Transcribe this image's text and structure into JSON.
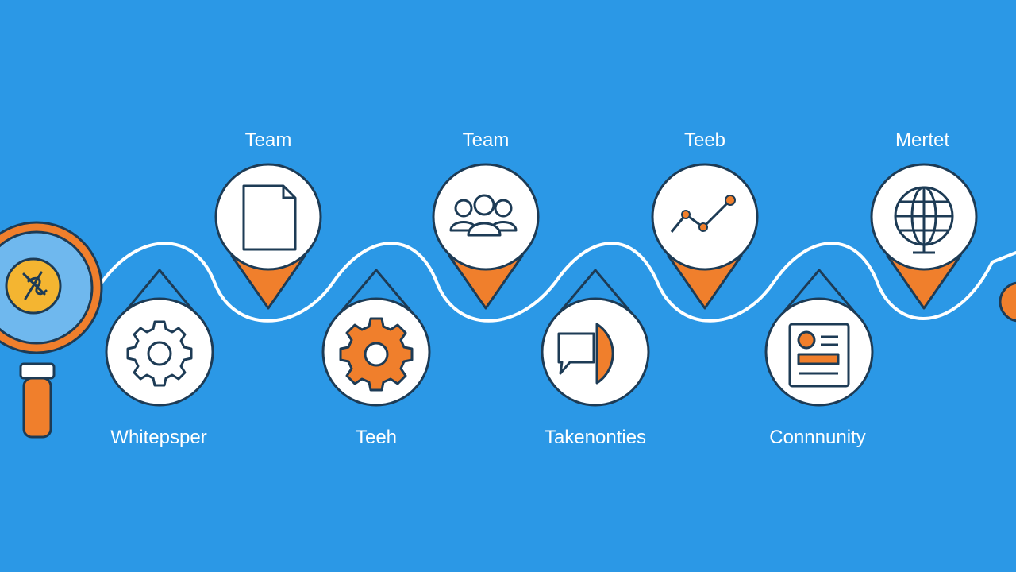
{
  "colors": {
    "background": "#2b98e6",
    "path": "#ffffff",
    "node_fill": "#ffffff",
    "node_stroke": "#1d3b55",
    "accent": "#f07f2c",
    "accent_light": "#f5a04d",
    "lens": "#6fb8ee",
    "coin": "#f4b531"
  },
  "top_items": [
    {
      "label": "Team",
      "icon": "document-icon"
    },
    {
      "label": "Team",
      "icon": "people-icon"
    },
    {
      "label": "Teeb",
      "icon": "line-chart-icon"
    },
    {
      "label": "Mertet",
      "icon": "globe-icon"
    }
  ],
  "bottom_items": [
    {
      "label": "Whitepsper",
      "icon": "gear-icon"
    },
    {
      "label": "Teeh",
      "icon": "gear-filled-icon"
    },
    {
      "label": "Takenonties",
      "icon": "chat-pie-icon"
    },
    {
      "label": "Connnunity",
      "icon": "profile-card-icon"
    }
  ],
  "side_icons": [
    "magnifier-coin-icon",
    "partial-orange-dot-icon"
  ]
}
